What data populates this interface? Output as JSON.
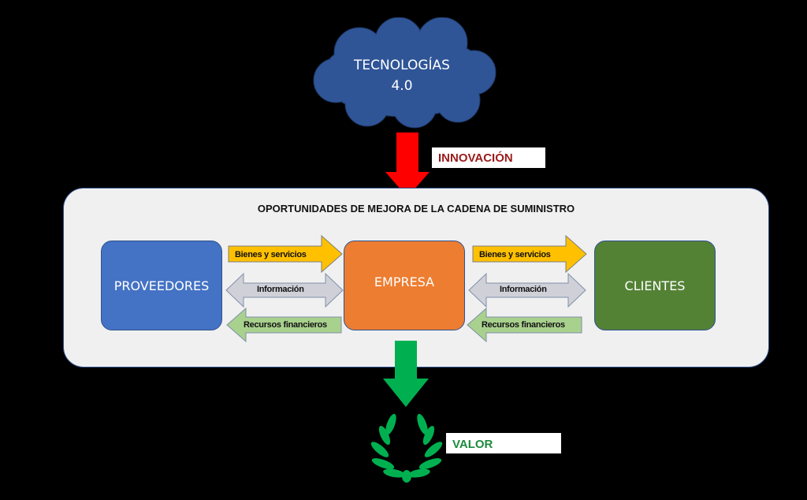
{
  "cloud": {
    "line1": "TECNOLOGÍAS",
    "line2": "4.0",
    "color": "#2f5597"
  },
  "innovation": {
    "label": "INNOVACIÓN",
    "arrow_color": "#ff0000",
    "text_color": "#9b1b1b"
  },
  "panel": {
    "title": "OPORTUNIDADES  DE MEJORA DE LA CADENA DE SUMINISTRO",
    "nodes": [
      {
        "label": "PROVEEDORES",
        "color": "#4472c4"
      },
      {
        "label": "EMPRESA",
        "color": "#ed7d31"
      },
      {
        "label": "CLIENTES",
        "color": "#548235"
      }
    ],
    "flows_left": [
      {
        "label": "Bienes y servicios",
        "color": "#ffc000"
      },
      {
        "label": "Información",
        "color": "#d0d0d8"
      },
      {
        "label": "Recursos financieros",
        "color": "#a9d18e"
      }
    ],
    "flows_right": [
      {
        "label": "Bienes y servicios",
        "color": "#ffc000"
      },
      {
        "label": "Información",
        "color": "#d0d0d8"
      },
      {
        "label": "Recursos financieros",
        "color": "#a9d18e"
      }
    ]
  },
  "value": {
    "label": "VALOR",
    "arrow_color": "#00b050",
    "text_color": "#1e8a3e",
    "icon": "laurel-wreath-icon"
  }
}
